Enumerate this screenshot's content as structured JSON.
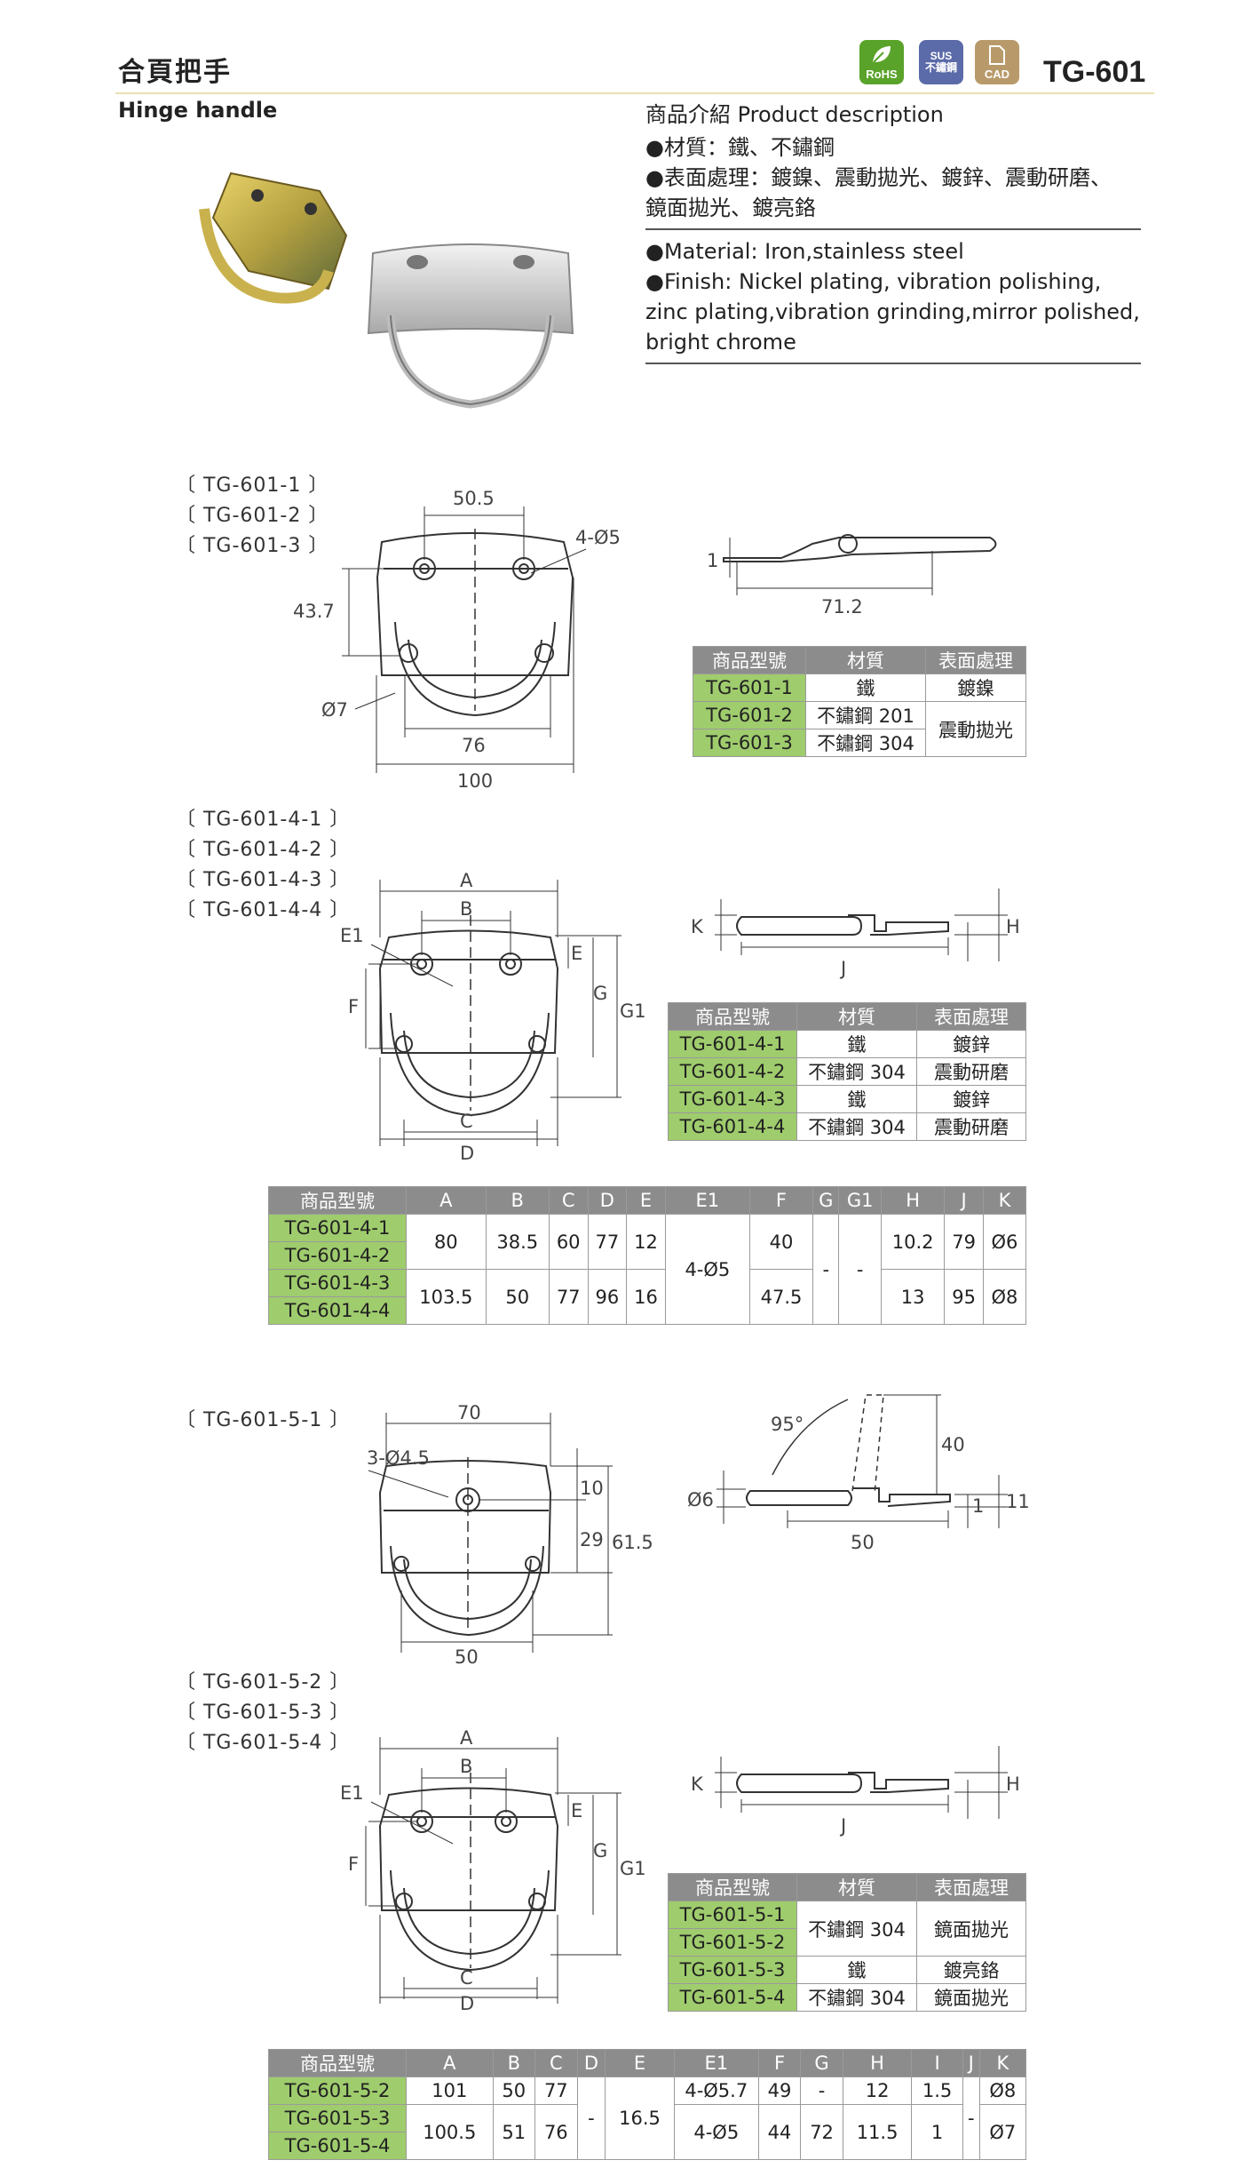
{
  "header": {
    "title_zh": "合頁把手",
    "title_en": "Hinge handle",
    "model": "TG-601",
    "badges": [
      {
        "icon": "leaf-icon",
        "label": "RoHS",
        "color": "#5aa32a"
      },
      {
        "icon": "sus-icon",
        "label": "SUS\n不鏽鋼",
        "color": "#5b6aa8"
      },
      {
        "icon": "cad-icon",
        "label": "CAD",
        "color": "#b89a6a"
      }
    ]
  },
  "description": {
    "heading": "商品介紹 Product description",
    "zh_material": "●材質：鐵、不鏽鋼",
    "zh_finish_1": "●表面處理：鍍鎳、震動拋光、鍍鋅、震動研磨、",
    "zh_finish_2": "鏡面拋光、鍍亮鉻",
    "en_material": "●Material: Iron,stainless steel",
    "en_finish_1": "●Finish: Nickel plating, vibration polishing,",
    "en_finish_2": "zinc plating,vibration grinding,mirror polished,",
    "en_finish_3": "bright chrome"
  },
  "section1": {
    "labels": [
      "〔 TG-601-1 〕",
      "〔 TG-601-2 〕",
      "〔 TG-601-3 〕"
    ],
    "dims": {
      "top": "50.5",
      "holes": "4-Ø5",
      "height": "43.7",
      "wire": "Ø7",
      "inner": "76",
      "outer": "100",
      "thick": "1",
      "length": "71.2"
    },
    "table": {
      "headers": [
        "商品型號",
        "材質",
        "表面處理"
      ],
      "rows": [
        {
          "model": "TG-601-1",
          "material": "鐵",
          "finish": "鍍鎳"
        },
        {
          "model": "TG-601-2",
          "material": "不鏽鋼 201",
          "finish": "震動拋光"
        },
        {
          "model": "TG-601-3",
          "material": "不鏽鋼 304",
          "finish": ""
        }
      ]
    }
  },
  "section2": {
    "labels": [
      "〔 TG-601-4-1 〕",
      "〔 TG-601-4-2 〕",
      "〔 TG-601-4-3 〕",
      "〔 TG-601-4-4 〕"
    ],
    "letters": {
      "A": "A",
      "B": "B",
      "C": "C",
      "D": "D",
      "E": "E",
      "E1": "E1",
      "F": "F",
      "G": "G",
      "G1": "G1",
      "H": "H",
      "J": "J",
      "K": "K"
    },
    "table": {
      "headers": [
        "商品型號",
        "材質",
        "表面處理"
      ],
      "rows": [
        {
          "model": "TG-601-4-1",
          "material": "鐵",
          "finish": "鍍鋅"
        },
        {
          "model": "TG-601-4-2",
          "material": "不鏽鋼 304",
          "finish": "震動研磨"
        },
        {
          "model": "TG-601-4-3",
          "material": "鐵",
          "finish": "鍍鋅"
        },
        {
          "model": "TG-601-4-4",
          "material": "不鏽鋼 304",
          "finish": "震動研磨"
        }
      ]
    },
    "spec": {
      "headers": [
        "商品型號",
        "A",
        "B",
        "C",
        "D",
        "E",
        "E1",
        "F",
        "G",
        "G1",
        "H",
        "J",
        "K"
      ],
      "models": [
        "TG-601-4-1",
        "TG-601-4-2",
        "TG-601-4-3",
        "TG-601-4-4"
      ],
      "groupA": [
        "80",
        "38.5",
        "60",
        "77",
        "12"
      ],
      "groupB": [
        "103.5",
        "50",
        "77",
        "96",
        "16"
      ],
      "E1": "4-Ø5",
      "F_a": "40",
      "F_b": "47.5",
      "G": "-",
      "G1": "-",
      "tailA": [
        "10.2",
        "79",
        "Ø6"
      ],
      "tailB": [
        "13",
        "95",
        "Ø8"
      ]
    }
  },
  "section3": {
    "labels": [
      "〔 TG-601-5-1 〕"
    ],
    "dims": {
      "top": "70",
      "holes": "3-Ø4.5",
      "d10": "10",
      "d29": "29",
      "d615": "61.5",
      "bottom": "50",
      "angle": "95°",
      "d40": "40",
      "wire": "Ø6",
      "d1": "1",
      "d11": "11",
      "d50": "50"
    }
  },
  "section4": {
    "labels": [
      "〔 TG-601-5-2 〕",
      "〔 TG-601-5-3 〕",
      "〔 TG-601-5-4 〕"
    ],
    "table": {
      "headers": [
        "商品型號",
        "材質",
        "表面處理"
      ],
      "rows": [
        {
          "model": "TG-601-5-1",
          "material": "不鏽鋼 304",
          "finish": "鏡面拋光"
        },
        {
          "model": "TG-601-5-2",
          "material": "",
          "finish": ""
        },
        {
          "model": "TG-601-5-3",
          "material": "鐵",
          "finish": "鍍亮鉻"
        },
        {
          "model": "TG-601-5-4",
          "material": "不鏽鋼 304",
          "finish": "鏡面拋光"
        }
      ]
    },
    "spec": {
      "headers": [
        "商品型號",
        "A",
        "B",
        "C",
        "D",
        "E",
        "E1",
        "F",
        "G",
        "H",
        "I",
        "J",
        "K"
      ],
      "models": [
        "TG-601-5-2",
        "TG-601-5-3",
        "TG-601-5-4"
      ],
      "rowA": {
        "A": "101",
        "B": "50",
        "C": "77",
        "E1": "4-Ø5.7",
        "F": "49",
        "G": "-",
        "H": "12",
        "I": "1.5",
        "K": "Ø8"
      },
      "rowB": {
        "A": "100.5",
        "B": "51",
        "C": "76",
        "E1": "4-Ø5",
        "F": "44",
        "G": "72",
        "H": "11.5",
        "I": "1",
        "K": "Ø7"
      },
      "D": "-",
      "E": "16.5",
      "J": "-"
    }
  }
}
